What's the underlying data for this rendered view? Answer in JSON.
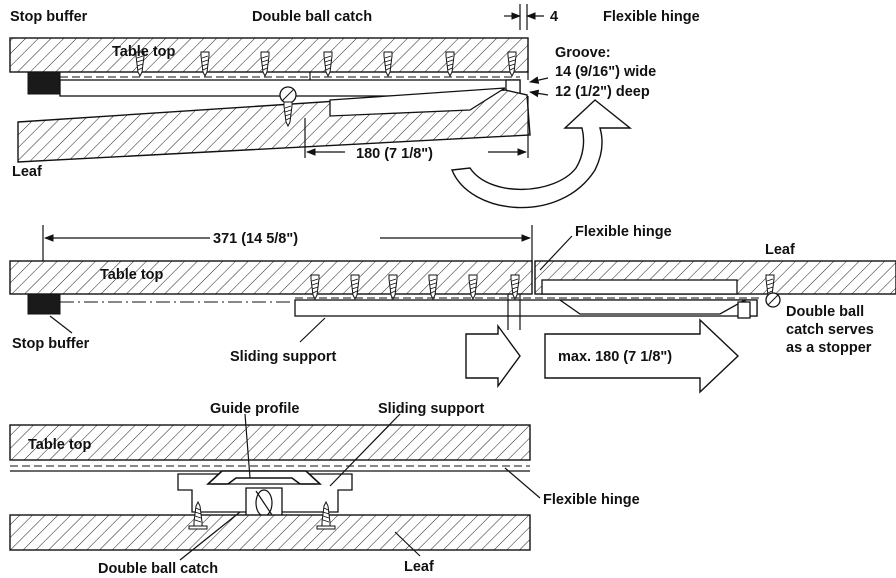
{
  "figure1": {
    "stop_buffer": "Stop buffer",
    "double_ball_catch": "Double ball catch",
    "dim_4": "4",
    "flexible_hinge": "Flexible hinge",
    "table_top": "Table top",
    "groove_title": "Groove:",
    "groove_wide": "14 (9/16\") wide",
    "groove_deep": "12 (1/2\") deep",
    "dim_180": "180 (7 1/8\")",
    "leaf": "Leaf"
  },
  "figure2": {
    "dim_371": "371 (14 5/8\")",
    "flexible_hinge": "Flexible hinge",
    "leaf": "Leaf",
    "table_top": "Table top",
    "stop_buffer": "Stop buffer",
    "sliding_support": "Sliding support",
    "dim_max_180": "max. 180 (7 1/8\")",
    "stopper_line1": "Double ball",
    "stopper_line2": "catch serves",
    "stopper_line3": "as a stopper"
  },
  "figure3": {
    "guide_profile": "Guide profile",
    "sliding_support": "Sliding support",
    "table_top": "Table top",
    "flexible_hinge": "Flexible hinge",
    "double_ball_catch": "Double ball catch",
    "leaf": "Leaf"
  }
}
